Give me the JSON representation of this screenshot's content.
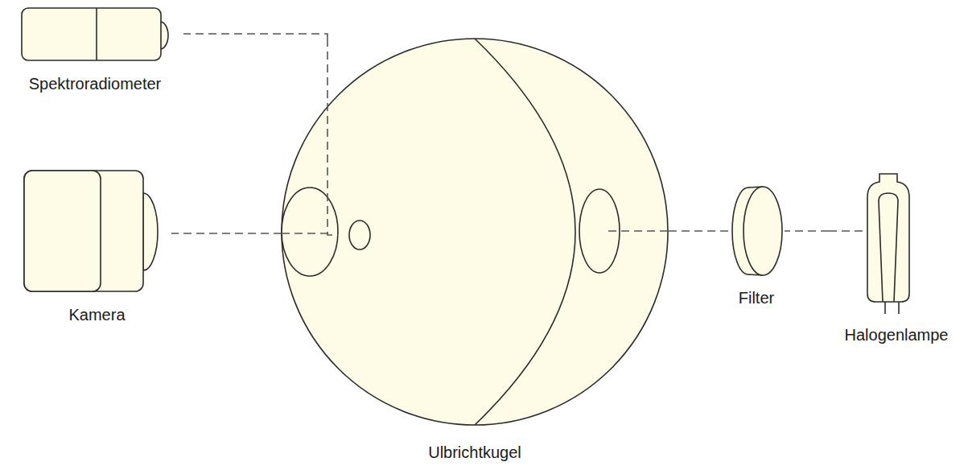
{
  "diagram": {
    "nodes": [
      {
        "text": [
          "Spektroradiometer"
        ]
      },
      {
        "text": [
          "Kamera"
        ]
      },
      {
        "text": [
          "Ulbrichtkugel"
        ]
      },
      {
        "text": [
          "Filter"
        ]
      },
      {
        "text": [
          "Halogenlampe"
        ]
      }
    ],
    "edges": [
      {
        "from": 4,
        "to": 3,
        "arrow": "none"
      },
      {
        "from": 3,
        "to": 2,
        "arrow": "none"
      },
      {
        "from": 2,
        "to": 1,
        "arrow": "none"
      },
      {
        "from": 2,
        "to": 0,
        "arrow": "none"
      }
    ]
  }
}
